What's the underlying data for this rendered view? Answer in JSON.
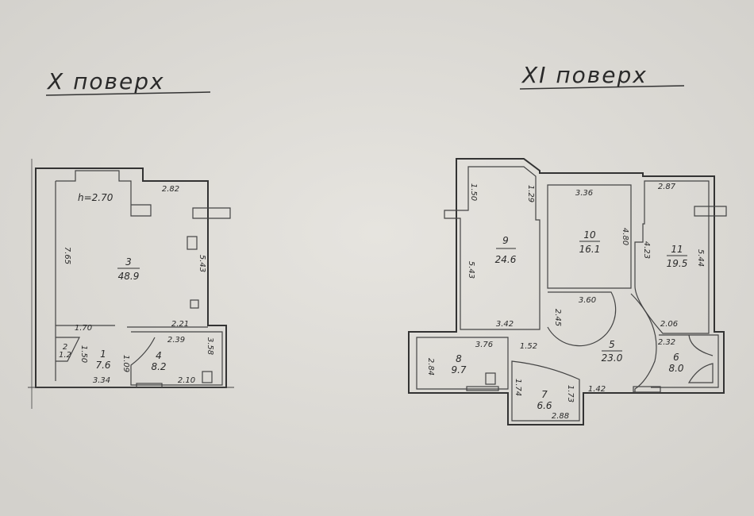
{
  "floor_x": {
    "title": "X поверх",
    "height_note": "h=2.70",
    "rooms": [
      {
        "number": "3",
        "area": "48.9"
      },
      {
        "number": "1",
        "area": "7.6"
      },
      {
        "number": "4",
        "area": "8.2"
      },
      {
        "number": "2",
        "area": "1.2"
      }
    ],
    "dimensions": [
      "2.82",
      "7.65",
      "5.43",
      "1.70",
      "2.21",
      "2.39",
      "3.58",
      "1.50",
      "1.09",
      "3.34",
      "2.10"
    ]
  },
  "floor_xi": {
    "title": "XI поверх",
    "rooms": [
      {
        "number": "9",
        "area": "24.6"
      },
      {
        "number": "10",
        "area": "16.1"
      },
      {
        "number": "11",
        "area": "19.5"
      },
      {
        "number": "5",
        "area": "23.0"
      },
      {
        "number": "8",
        "area": "9.7"
      },
      {
        "number": "7",
        "area": "6.6"
      },
      {
        "number": "6",
        "area": "8.0"
      }
    ],
    "dimensions": [
      "1.50",
      "1.29",
      "5.43",
      "3.42",
      "3.36",
      "4.80",
      "2.87",
      "4.23",
      "5.44",
      "3.60",
      "2.45",
      "2.06",
      "3.76",
      "1.52",
      "2.84",
      "1.42",
      "2.88",
      "1.73",
      "1.74",
      "2.32"
    ]
  }
}
